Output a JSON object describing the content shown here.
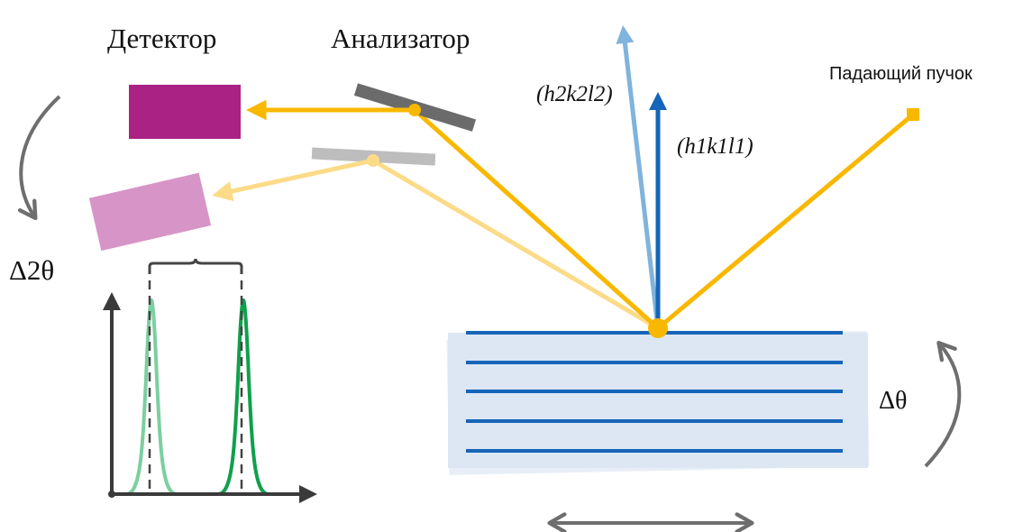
{
  "labels": {
    "detector": "Детектор",
    "analyzer": "Анализатор",
    "incident_beam": "Падающий пучок",
    "reflection_2": "(h2k2l2)",
    "reflection_1": "(h1k1l1)",
    "delta_two_theta": "Δ2θ",
    "delta_theta": "Δθ"
  },
  "colors": {
    "beam_orange": "#F9B800",
    "beam_orange_faded": "#FCDB88",
    "detector_magenta": "#AA2283",
    "detector_magenta_faded": "#D795C7",
    "analyzer_dark": "#6B6B6B",
    "analyzer_light": "#BDBDBD",
    "reflection_1_blue": "#1565B8",
    "reflection_2_blue": "#80B3DD",
    "crystal_fill": "#DCE7F3",
    "crystal_planes": "#1565B8",
    "peak_light_green": "#7CCFA0",
    "peak_dark_green": "#0FA04B",
    "axis_dark": "#3A3A3A",
    "rotation_arrow_gray": "#6E6E6E"
  },
  "icons": {
    "detector_rotation": "curved-arrow-icon",
    "crystal_rotation": "curved-arrow-icon",
    "translation": "double-headed-arrow-icon"
  }
}
